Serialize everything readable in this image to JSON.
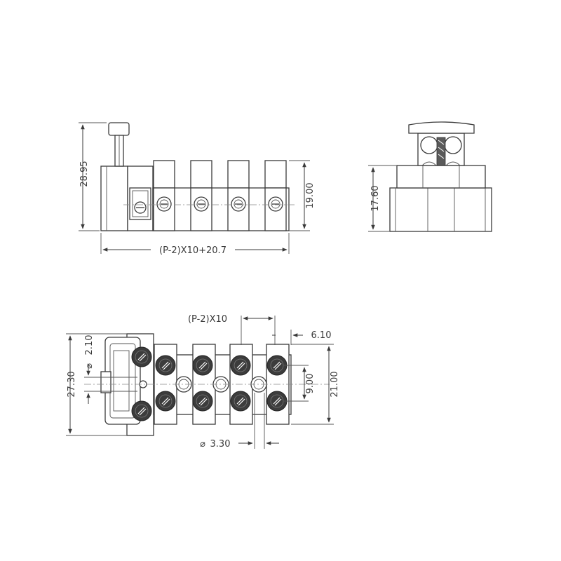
{
  "dimensions": {
    "height_total": "28.95",
    "height_body": "19.00",
    "length_formula": "(P-2)X10+20.7",
    "side_height": "17.60",
    "pitch_formula": "(P-2)X10",
    "pitch_offset": "6.10",
    "hole_diameter_small": "2.10",
    "width_total": "27.30",
    "screw_spacing": "9.00",
    "width_inner": "21.00",
    "hole_diameter_large": "3.30"
  },
  "colors": {
    "line": "#3a3a3a",
    "screw": "#3c3c3c"
  }
}
